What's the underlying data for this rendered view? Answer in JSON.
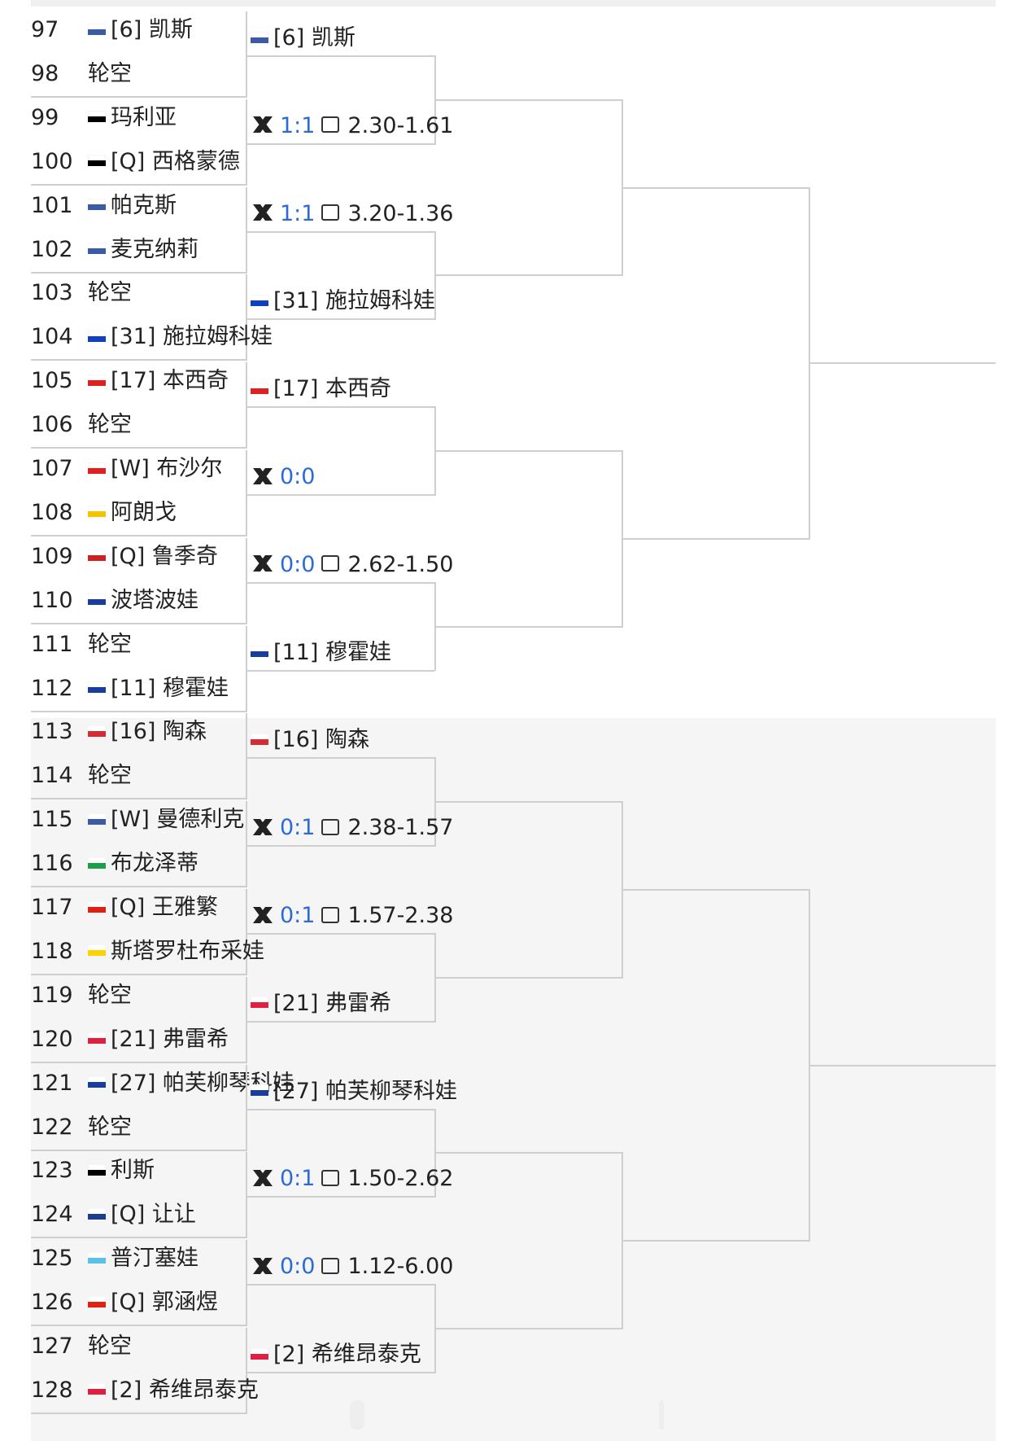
{
  "flags": {
    "us": "#3c5aa6",
    "de": "#000000",
    "sk": "#1040c0",
    "ch": "#e02020",
    "ca": "#e02020",
    "co": "#f2c500",
    "hr": "#cc2222",
    "ru": "#1a3c9a",
    "cz": "#1a3c9a",
    "dk": "#d22c36",
    "it": "#1e9e4a",
    "cn": "#e02010",
    "ua": "#ffd100",
    "pl": "#e02040",
    "fr": "#1f3c8f",
    "kz": "#5bc1e6"
  },
  "players": [
    {
      "num": "97",
      "flag": "us",
      "name": "[6] 凯斯"
    },
    {
      "num": "98",
      "flag": "",
      "name": "轮空"
    },
    {
      "num": "99",
      "flag": "de",
      "name": "玛利亚"
    },
    {
      "num": "100",
      "flag": "de",
      "name": "[Q] 西格蒙德"
    },
    {
      "num": "101",
      "flag": "us",
      "name": "帕克斯"
    },
    {
      "num": "102",
      "flag": "us",
      "name": "麦克纳莉"
    },
    {
      "num": "103",
      "flag": "",
      "name": "轮空"
    },
    {
      "num": "104",
      "flag": "sk",
      "name": "[31] 施拉姆科娃"
    },
    {
      "num": "105",
      "flag": "ch",
      "name": "[17] 本西奇"
    },
    {
      "num": "106",
      "flag": "",
      "name": "轮空"
    },
    {
      "num": "107",
      "flag": "ca",
      "name": "[W] 布沙尔"
    },
    {
      "num": "108",
      "flag": "co",
      "name": "阿朗戈"
    },
    {
      "num": "109",
      "flag": "hr",
      "name": "[Q] 鲁季奇"
    },
    {
      "num": "110",
      "flag": "ru",
      "name": "波塔波娃"
    },
    {
      "num": "111",
      "flag": "",
      "name": "轮空"
    },
    {
      "num": "112",
      "flag": "cz",
      "name": "[11] 穆霍娃"
    },
    {
      "num": "113",
      "flag": "dk",
      "name": "[16] 陶森"
    },
    {
      "num": "114",
      "flag": "",
      "name": "轮空"
    },
    {
      "num": "115",
      "flag": "us",
      "name": "[W] 曼德利克"
    },
    {
      "num": "116",
      "flag": "it",
      "name": "布龙泽蒂"
    },
    {
      "num": "117",
      "flag": "cn",
      "name": "[Q] 王雅繁"
    },
    {
      "num": "118",
      "flag": "ua",
      "name": "斯塔罗杜布采娃"
    },
    {
      "num": "119",
      "flag": "",
      "name": "轮空"
    },
    {
      "num": "120",
      "flag": "pl",
      "name": "[21] 弗雷希"
    },
    {
      "num": "121",
      "flag": "ru",
      "name": "[27] 帕芙柳琴科娃"
    },
    {
      "num": "122",
      "flag": "",
      "name": "轮空"
    },
    {
      "num": "123",
      "flag": "de",
      "name": "利斯"
    },
    {
      "num": "124",
      "flag": "fr",
      "name": "[Q] 让让"
    },
    {
      "num": "125",
      "flag": "kz",
      "name": "普汀塞娃"
    },
    {
      "num": "126",
      "flag": "cn",
      "name": "[Q] 郭涵煜"
    },
    {
      "num": "127",
      "flag": "",
      "name": "轮空"
    },
    {
      "num": "128",
      "flag": "pl",
      "name": "[2] 希维昂泰克"
    }
  ],
  "round2": [
    {
      "type": "winner",
      "flag": "us",
      "name": "[6] 凯斯"
    },
    {
      "type": "match",
      "h2h": "1:1",
      "odds": "2.30-1.61"
    },
    {
      "type": "match",
      "h2h": "1:1",
      "odds": "3.20-1.36"
    },
    {
      "type": "winner",
      "flag": "sk",
      "name": "[31] 施拉姆科娃"
    },
    {
      "type": "winner",
      "flag": "ch",
      "name": "[17] 本西奇"
    },
    {
      "type": "match",
      "h2h": "0:0",
      "odds": ""
    },
    {
      "type": "match",
      "h2h": "0:0",
      "odds": "2.62-1.50"
    },
    {
      "type": "winner",
      "flag": "cz",
      "name": "[11] 穆霍娃"
    },
    {
      "type": "winner",
      "flag": "dk",
      "name": "[16] 陶森"
    },
    {
      "type": "match",
      "h2h": "0:1",
      "odds": "2.38-1.57"
    },
    {
      "type": "match",
      "h2h": "0:1",
      "odds": "1.57-2.38"
    },
    {
      "type": "winner",
      "flag": "pl",
      "name": "[21] 弗雷希"
    },
    {
      "type": "winner",
      "flag": "ru",
      "name": "[27] 帕芙柳琴科娃"
    },
    {
      "type": "match",
      "h2h": "0:1",
      "odds": "1.50-2.62"
    },
    {
      "type": "match",
      "h2h": "0:0",
      "odds": "1.12-6.00"
    },
    {
      "type": "winner",
      "flag": "pl",
      "name": "[2] 希维昂泰克"
    }
  ]
}
